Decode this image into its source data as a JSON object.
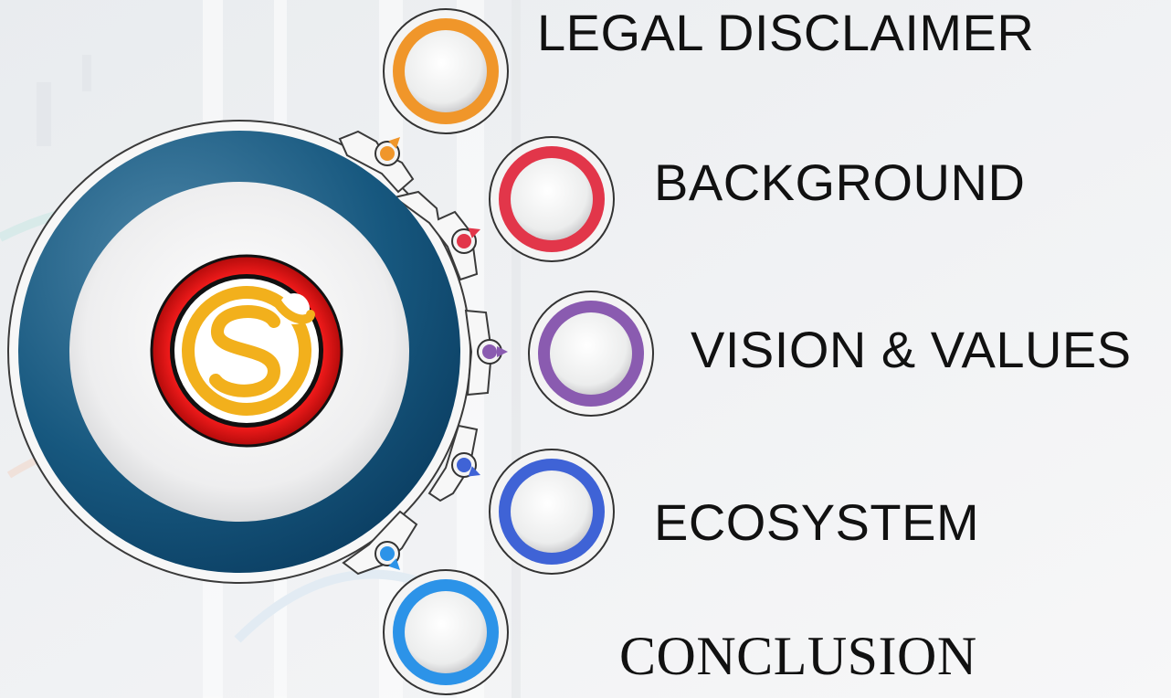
{
  "menu": {
    "items": [
      {
        "label": "LEGAL DISCLAIMER",
        "color": "#f0962a"
      },
      {
        "label": "BACKGROUND",
        "color": "#e2364a"
      },
      {
        "label": "VISION & VALUES",
        "color": "#8a5bb0"
      },
      {
        "label": "ECOSYSTEM",
        "color": "#3f63d6"
      },
      {
        "label": "CONCLUSION",
        "color": "#2c93e8"
      }
    ]
  },
  "hub": {
    "ring_color": "#0f4f78",
    "logo_ring_color": "#e01818",
    "logo_color": "#f2b01c",
    "logo_icon": "s-coin-logo-icon"
  }
}
